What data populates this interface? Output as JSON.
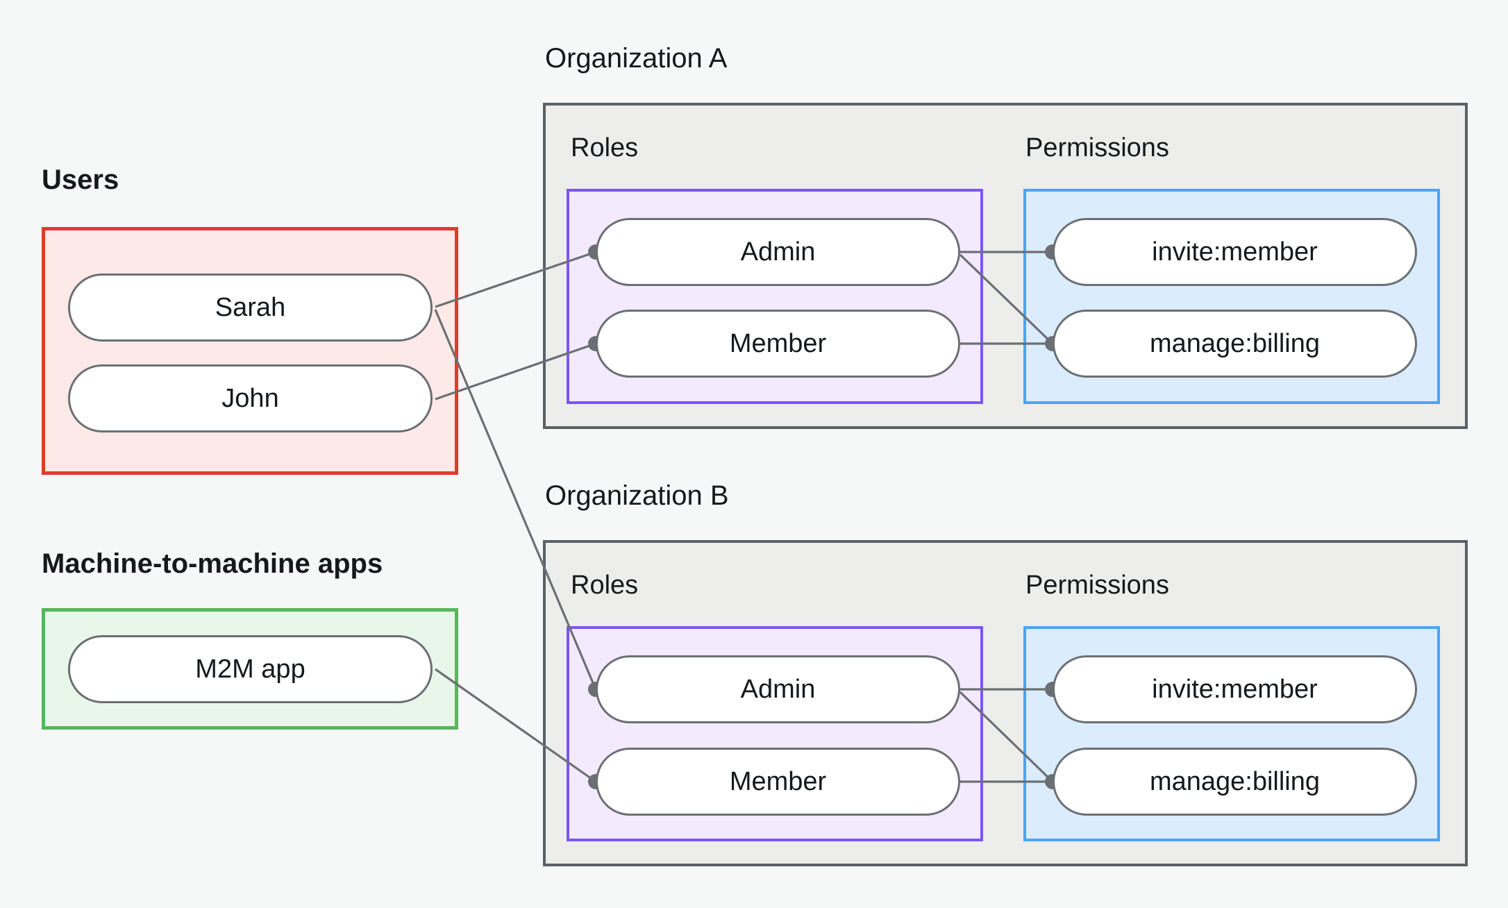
{
  "diagram": {
    "title": "RBAC organizations, roles and permissions diagram",
    "background_color": "#f6f8f7",
    "edge_color": "#6b6f73"
  },
  "groups": {
    "users": {
      "label": "Users",
      "border_color": "#e03b30",
      "fill_color": "#fdeae8",
      "items": [
        {
          "label": "Sarah"
        },
        {
          "label": "John"
        }
      ]
    },
    "m2m": {
      "label": "Machine-to-machine apps",
      "border_color": "#57b65c",
      "fill_color": "#e9f6ea",
      "items": [
        {
          "label": "M2M app"
        }
      ]
    }
  },
  "organizations": [
    {
      "label": "Organization A",
      "border_color": "#5b6166",
      "fill_color": "#ededec",
      "roles": {
        "label": "Roles",
        "border_color": "#7b56f5",
        "fill_color": "#f3eafd",
        "items": [
          {
            "label": "Admin"
          },
          {
            "label": "Member"
          }
        ]
      },
      "permissions": {
        "label": "Permissions",
        "border_color": "#4da3f5",
        "fill_color": "#dbecfd",
        "items": [
          {
            "label": "invite:member"
          },
          {
            "label": "manage:billing"
          }
        ]
      }
    },
    {
      "label": "Organization B",
      "border_color": "#5b6166",
      "fill_color": "#ededec",
      "roles": {
        "label": "Roles",
        "border_color": "#7b56f5",
        "fill_color": "#f3eafd",
        "items": [
          {
            "label": "Admin"
          },
          {
            "label": "Member"
          }
        ]
      },
      "permissions": {
        "label": "Permissions",
        "border_color": "#4da3f5",
        "fill_color": "#dbecfd",
        "items": [
          {
            "label": "invite:member"
          },
          {
            "label": "manage:billing"
          }
        ]
      }
    }
  ],
  "connections": [
    {
      "from": "Sarah",
      "to": "Organization A / Admin"
    },
    {
      "from": "Sarah",
      "to": "Organization B / Admin"
    },
    {
      "from": "John",
      "to": "Organization A / Member"
    },
    {
      "from": "M2M app",
      "to": "Organization B / Member"
    },
    {
      "from": "Organization A / Admin",
      "to": "Organization A / invite:member"
    },
    {
      "from": "Organization A / Admin",
      "to": "Organization A / manage:billing"
    },
    {
      "from": "Organization A / Member",
      "to": "Organization A / manage:billing"
    },
    {
      "from": "Organization B / Admin",
      "to": "Organization B / invite:member"
    },
    {
      "from": "Organization B / Admin",
      "to": "Organization B / manage:billing"
    },
    {
      "from": "Organization B / Member",
      "to": "Organization B / manage:billing"
    }
  ]
}
